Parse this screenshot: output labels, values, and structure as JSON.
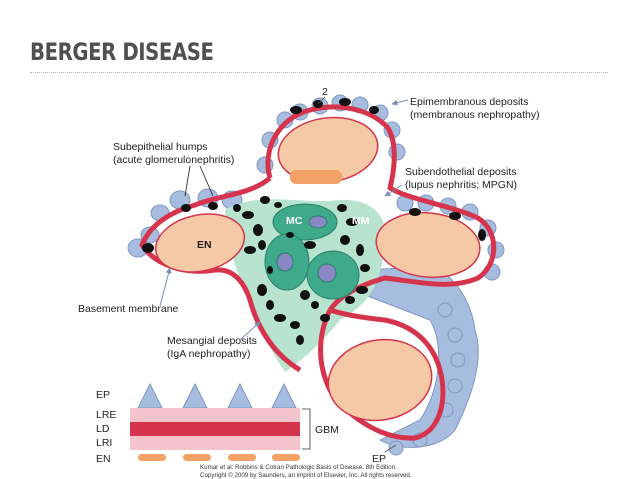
{
  "title": "BERGER DISEASE",
  "labels": {
    "epimembranous_1": "Epimembranous deposits",
    "epimembranous_2": "(membranous nephropathy)",
    "number_2": "2",
    "subepithelial_1": "Subepithelial humps",
    "subepithelial_2": "(acute glomerulonephritis)",
    "subendothelial_1": "Subendothelial deposits",
    "subendothelial_2": "(lupus nephritis; MPGN)",
    "basement": "Basement membrane",
    "mesangial_1": "Mesangial deposits",
    "mesangial_2": "(IgA nephropathy)",
    "mc": "MC",
    "mm": "MM",
    "en_cell": "EN",
    "ep_bottom": "EP"
  },
  "legend": {
    "ep": "EP",
    "lre": "LRE",
    "ld": "LD",
    "lri": "LRI",
    "en": "EN",
    "gbm": "GBM"
  },
  "citation": {
    "line1": "Kumar et al: Robbins & Cotran Pathologic Basis of Disease, 8th Edition.",
    "line2": "Copyright © 2009 by Saunders, an imprint of Elsevier, Inc. All rights reserved."
  },
  "colors": {
    "membrane": "#d6344c",
    "membrane_light": "#f4c3cb",
    "endothelium": "#f5c9a6",
    "mesangium": "#b8e3cf",
    "mesangial_cell": "#3fa98c",
    "podocyte": "#a6bddf",
    "deposit": "#111111"
  }
}
